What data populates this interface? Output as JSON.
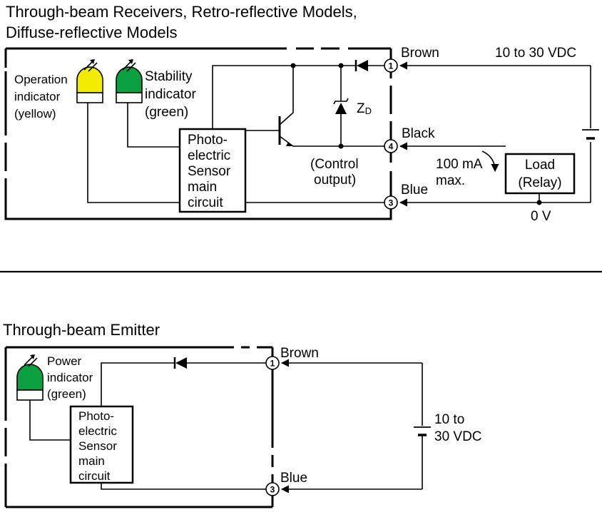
{
  "receiver": {
    "title_line1": "Through-beam Receivers, Retro-reflective Models,",
    "title_line2": "Diffuse-reflective Models",
    "operation_indicator": [
      "Operation",
      "indicator",
      "(yellow)"
    ],
    "stability_indicator": [
      "Stability",
      "indicator",
      "(green)"
    ],
    "main_circuit": [
      "Photo-",
      "electric",
      "Sensor",
      "main",
      "circuit"
    ],
    "zener": "Z",
    "zener_sub": "D",
    "control_output": [
      "(Control",
      "output)"
    ],
    "current": [
      "100 mA",
      "max."
    ],
    "load": [
      "Load",
      "(Relay)"
    ],
    "supply": "10 to 30 VDC",
    "ground": "0 V",
    "wire_brown": "Brown",
    "wire_black": "Black",
    "wire_blue": "Blue",
    "pin1": "1",
    "pin4": "4",
    "pin3": "3"
  },
  "emitter": {
    "title": "Through-beam Emitter",
    "power_indicator": [
      "Power",
      "indicator",
      "(green)"
    ],
    "main_circuit": [
      "Photo-",
      "electric",
      "Sensor",
      "main",
      "circuit"
    ],
    "supply": [
      "10 to",
      "30 VDC"
    ],
    "wire_brown": "Brown",
    "wire_blue": "Blue",
    "pin1": "1",
    "pin3": "3"
  },
  "colors": {
    "yellow_led": "#f2ec00",
    "green_led": "#0aa040"
  }
}
